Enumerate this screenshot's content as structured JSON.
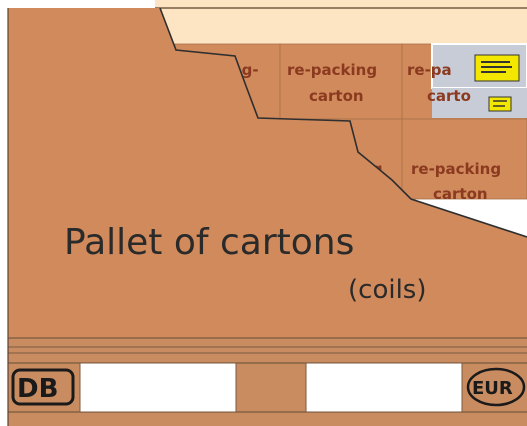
{
  "diagram": {
    "cartons": [
      {
        "line1": "ng-",
        "line2": ""
      },
      {
        "line1": "re-packing",
        "line2": "carton"
      },
      {
        "line1": "re-pa",
        "line2": "carto"
      },
      {
        "line1": "ing",
        "line2": ""
      },
      {
        "line1": "re-packing",
        "line2": "carton"
      }
    ],
    "pallet_title": "Pallet of cartons",
    "pallet_subtitle": "(coils)",
    "pallet_marks": {
      "left_stamp": "DB",
      "right_stamp": "EUR"
    },
    "colors": {
      "carton_face": "#d08a5c",
      "cutaway_inner": "#fde4c2",
      "pallet_wood": "#c98c61",
      "pallet_lines": "#7a5a40",
      "label_yellow": "#f3e700",
      "label_grey": "#c8ccd6"
    },
    "icons": [
      "yellow-label-icon",
      "yellow-label-icon-small"
    ]
  }
}
